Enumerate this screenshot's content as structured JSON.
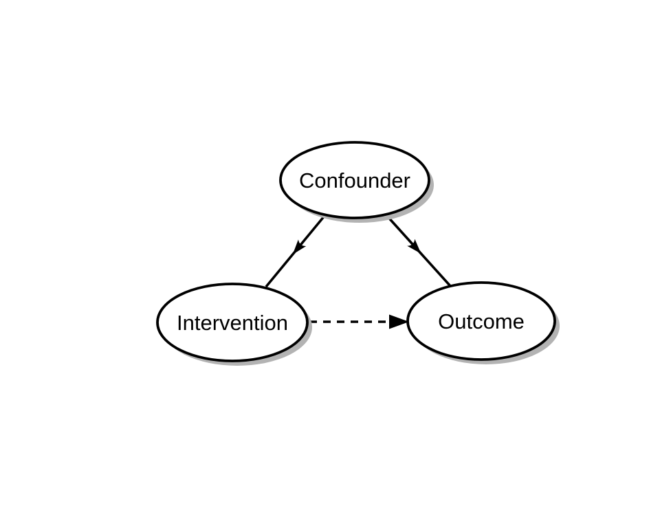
{
  "diagram": {
    "type": "causal-dag",
    "nodes": [
      {
        "id": "confounder",
        "label": "Confounder"
      },
      {
        "id": "intervention",
        "label": "Intervention"
      },
      {
        "id": "outcome",
        "label": "Outcome"
      }
    ],
    "edges": [
      {
        "from": "Confounder",
        "to": "Intervention",
        "style": "solid",
        "arrow": "mid"
      },
      {
        "from": "Confounder",
        "to": "Outcome",
        "style": "solid",
        "arrow": "mid"
      },
      {
        "from": "Intervention",
        "to": "Outcome",
        "style": "dashed",
        "arrow": "end"
      }
    ],
    "colors": {
      "background": "#ffffff",
      "node_fill": "#ffffff",
      "stroke": "#000000",
      "text": "#000000",
      "shadow": "#b3b3b3"
    }
  }
}
